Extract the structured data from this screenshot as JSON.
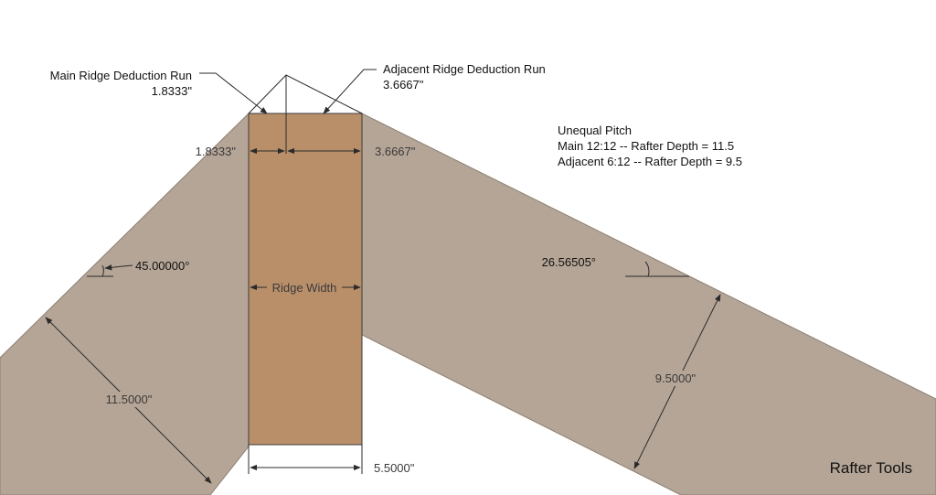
{
  "callouts": {
    "main_ridge": {
      "title": "Main Ridge Deduction Run",
      "value": "1.8333\""
    },
    "adjacent_ridge": {
      "title": "Adjacent Ridge Deduction Run",
      "value": "3.6667\""
    }
  },
  "info": {
    "heading": "Unequal Pitch",
    "main_line": "Main 12:12 -- Rafter Depth = 11.5",
    "adjacent_line": "Adjacent 6:12 -- Rafter Depth = 9.5"
  },
  "dimensions": {
    "left_run": "1.8333\"",
    "right_run": "3.6667\"",
    "ridge_width": "Ridge Width",
    "ridge_thickness": "5.5000\"",
    "main_depth": "11.5000\"",
    "adjacent_depth": "9.5000\"",
    "main_angle": "45.00000°",
    "adjacent_angle": "26.56505°"
  },
  "brand": "Rafter Tools",
  "colors": {
    "rafter": "#b5a596",
    "ridge": "#b98f6a",
    "background": "#ffffff"
  }
}
